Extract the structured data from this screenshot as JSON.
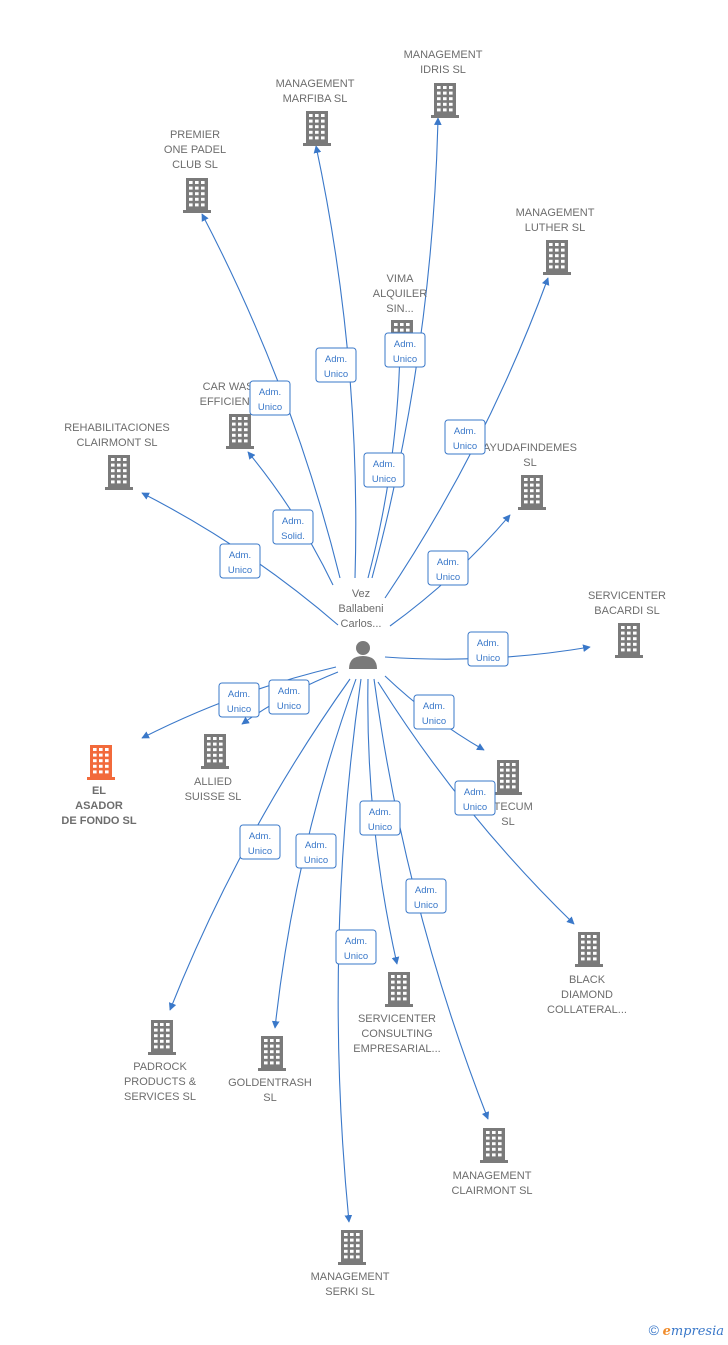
{
  "person": {
    "label_lines": [
      "Vez",
      "Ballabeni",
      "Carlos..."
    ]
  },
  "colors": {
    "edge": "#3a78c9",
    "company": "#7a7a7a",
    "focus_company": "#f26a3b",
    "person": "#7a7a7a"
  },
  "icons": {
    "company": "building-icon",
    "person": "person-icon"
  },
  "companies": [
    {
      "id": "management-idris",
      "label_lines": [
        "MANAGEMENT",
        "IDRIS  SL"
      ],
      "focus": false
    },
    {
      "id": "management-marfiba",
      "label_lines": [
        "MANAGEMENT",
        "MARFIBA  SL"
      ],
      "focus": false
    },
    {
      "id": "premier-one-padel",
      "label_lines": [
        "PREMIER",
        "ONE PADEL",
        "CLUB  SL"
      ],
      "focus": false
    },
    {
      "id": "management-luther",
      "label_lines": [
        "MANAGEMENT",
        "LUTHER  SL"
      ],
      "focus": false
    },
    {
      "id": "vima-alquiler",
      "label_lines": [
        "VIMA",
        "ALQUILER",
        "SIN..."
      ],
      "focus": false
    },
    {
      "id": "car-wash-efficient",
      "label_lines": [
        "CAR WASH",
        "EFFICIENT..."
      ],
      "focus": false
    },
    {
      "id": "rehabilitaciones-clairmont",
      "label_lines": [
        "REHABILITACIONES",
        "CLAIRMONT  SL"
      ],
      "focus": false
    },
    {
      "id": "ayudafindemes",
      "label_lines": [
        "AYUDAFINDEMES",
        "SL"
      ],
      "focus": false
    },
    {
      "id": "servicenter-bacardi",
      "label_lines": [
        "SERVICENTER",
        "BACARDI  SL"
      ],
      "focus": false
    },
    {
      "id": "el-asador-de-fondo",
      "label_lines": [
        "EL",
        "ASADOR",
        "DE FONDO  SL"
      ],
      "focus": true
    },
    {
      "id": "allied-suisse",
      "label_lines": [
        "ALLIED",
        "SUISSE  SL"
      ],
      "focus": false
    },
    {
      "id": "bitecum",
      "label_lines": [
        "BITECUM",
        "SL"
      ],
      "focus": false
    },
    {
      "id": "black-diamond",
      "label_lines": [
        "BLACK",
        "DIAMOND",
        "COLLATERAL..."
      ],
      "focus": false
    },
    {
      "id": "servicenter-consulting",
      "label_lines": [
        "SERVICENTER",
        "CONSULTING",
        "EMPRESARIAL..."
      ],
      "focus": false
    },
    {
      "id": "padrock-products",
      "label_lines": [
        "PADROCK",
        "PRODUCTS &",
        "SERVICES  SL"
      ],
      "focus": false
    },
    {
      "id": "goldentrash",
      "label_lines": [
        "GOLDENTRASH",
        "SL"
      ],
      "focus": false
    },
    {
      "id": "management-clairmont",
      "label_lines": [
        "MANAGEMENT",
        "CLAIRMONT  SL"
      ],
      "focus": false
    },
    {
      "id": "management-serki",
      "label_lines": [
        "MANAGEMENT",
        "SERKI  SL"
      ],
      "focus": false
    }
  ],
  "edges": [
    {
      "to": "management-idris",
      "role_lines": [
        "Adm.",
        "Unico"
      ]
    },
    {
      "to": "management-marfiba",
      "role_lines": [
        "Adm.",
        "Unico"
      ]
    },
    {
      "to": "premier-one-padel",
      "role_lines": [
        "Adm.",
        "Unico"
      ]
    },
    {
      "to": "management-luther",
      "role_lines": [
        "Adm.",
        "Unico"
      ]
    },
    {
      "to": "vima-alquiler",
      "role_lines": [
        "Adm.",
        "Unico"
      ]
    },
    {
      "to": "car-wash-efficient",
      "role_lines": [
        "Adm.",
        "Solid."
      ]
    },
    {
      "to": "rehabilitaciones-clairmont",
      "role_lines": [
        "Adm.",
        "Unico"
      ]
    },
    {
      "to": "ayudafindemes",
      "role_lines": [
        "Adm.",
        "Unico"
      ]
    },
    {
      "to": "servicenter-bacardi",
      "role_lines": [
        "Adm.",
        "Unico"
      ]
    },
    {
      "to": "el-asador-de-fondo",
      "role_lines": [
        "Adm.",
        "Unico"
      ]
    },
    {
      "to": "allied-suisse",
      "role_lines": [
        "Adm.",
        "Unico"
      ]
    },
    {
      "to": "bitecum",
      "role_lines": [
        "Adm.",
        "Unico"
      ]
    },
    {
      "to": "black-diamond",
      "role_lines": [
        "Adm.",
        "Unico"
      ]
    },
    {
      "to": "servicenter-consulting",
      "role_lines": [
        "Adm.",
        "Unico"
      ]
    },
    {
      "to": "padrock-products",
      "role_lines": [
        "Adm.",
        "Unico"
      ]
    },
    {
      "to": "goldentrash",
      "role_lines": [
        "Adm.",
        "Unico"
      ]
    },
    {
      "to": "management-clairmont",
      "role_lines": [
        "Adm.",
        "Unico"
      ]
    },
    {
      "to": "management-serki",
      "role_lines": [
        "Adm.",
        "Unico"
      ]
    }
  ],
  "brand": {
    "copyright_symbol": "©",
    "name_initial": "e",
    "name_rest": "mpresia"
  }
}
